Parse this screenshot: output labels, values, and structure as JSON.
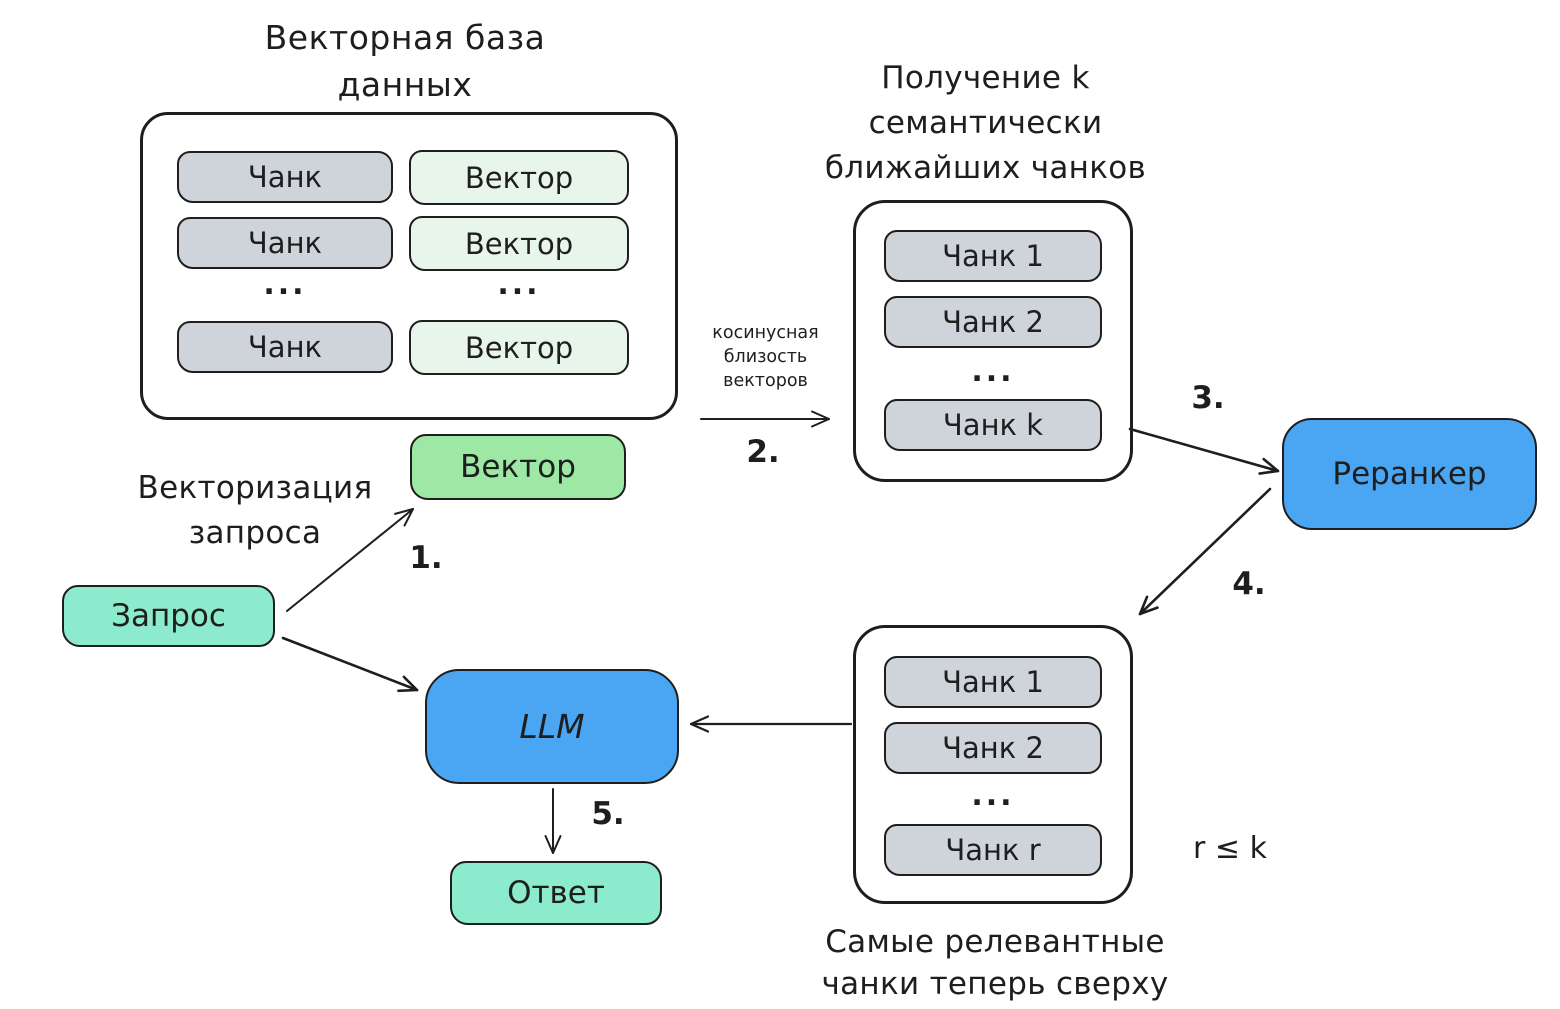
{
  "colors": {
    "stroke": "#1e1e1e",
    "chunk_fill": "#ced4da",
    "vector_light_fill": "#e8f5ea",
    "vector_fill": "#9ce8a4",
    "mint_fill": "#8debcd",
    "blue_fill": "#4aa6f2",
    "background": "#ffffff"
  },
  "vector_db": {
    "title": [
      "Векторная база",
      "данных"
    ],
    "chunks": [
      "Чанк",
      "Чанк",
      "Чанк"
    ],
    "vectors": [
      "Вектор",
      "Вектор",
      "Вектор"
    ],
    "ellipsis": "..."
  },
  "retrieval": {
    "title": [
      "Получение k",
      "семантически",
      "ближайших чанков"
    ],
    "chunks": [
      "Чанк 1",
      "Чанк 2",
      "Чанк k"
    ],
    "ellipsis": "...",
    "cosine_label": [
      "косинусная",
      "близость",
      "векторов"
    ]
  },
  "reranked": {
    "chunks": [
      "Чанк 1",
      "Чанк 2",
      "Чанк r"
    ],
    "ellipsis": "...",
    "constraint": "r ≤ k",
    "caption": [
      "Самые релевантные",
      "чанки теперь сверху"
    ]
  },
  "vectorization": {
    "label": [
      "Векторизация",
      "запроса"
    ]
  },
  "nodes": {
    "query": "Запрос",
    "query_vector": "Вектор",
    "reranker": "Реранкер",
    "llm": "LLM",
    "answer": "Ответ"
  },
  "steps": {
    "s1": "1.",
    "s2": "2.",
    "s3": "3.",
    "s4": "4.",
    "s5": "5."
  }
}
